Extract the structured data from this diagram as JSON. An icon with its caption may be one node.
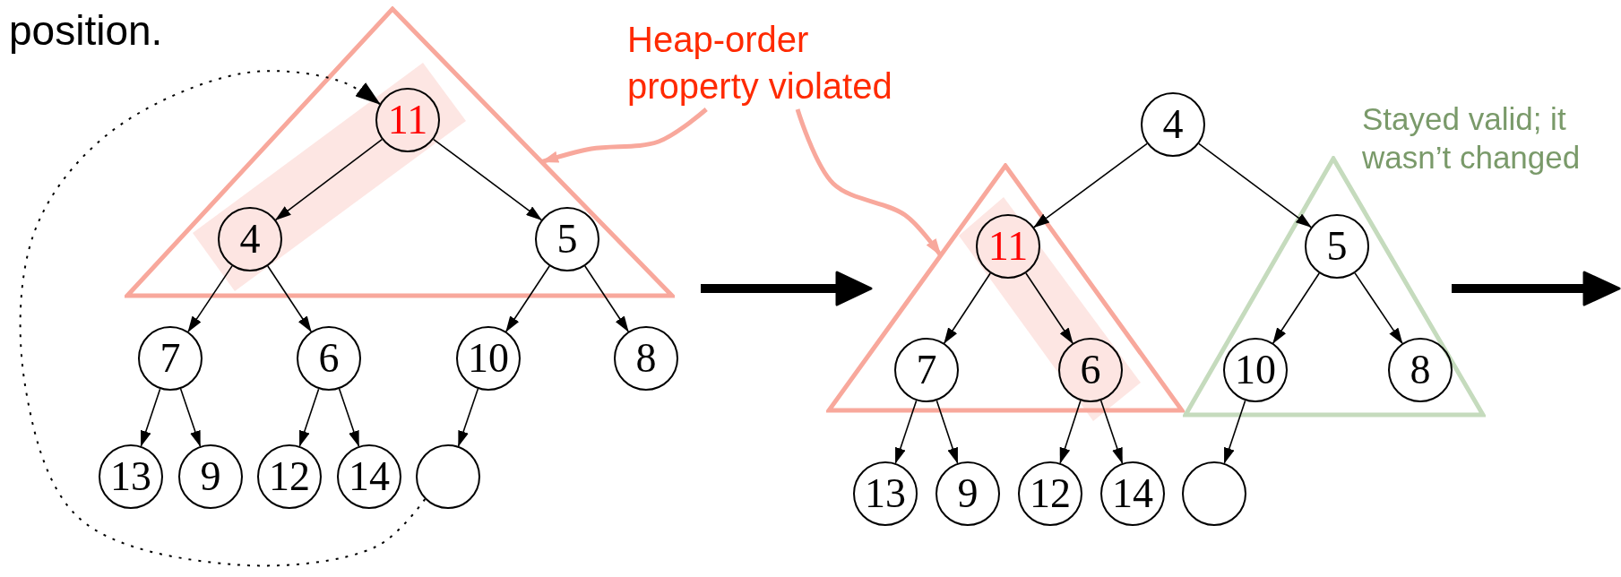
{
  "diagram": {
    "nodes": [
      {
        "text": [],
        "shape": "triangle"
      },
      {
        "text": [
          "11"
        ],
        "in": 0
      },
      {
        "text": [
          "4"
        ],
        "in": 0
      },
      {
        "text": [
          "5"
        ],
        "in": 0
      },
      {
        "text": [
          "7"
        ]
      },
      {
        "text": [
          "6"
        ]
      },
      {
        "text": [
          "10"
        ]
      },
      {
        "text": [
          "8"
        ]
      },
      {
        "text": [
          "13"
        ]
      },
      {
        "text": [
          "9"
        ]
      },
      {
        "text": [
          "12"
        ]
      },
      {
        "text": [
          "14"
        ]
      },
      {
        "text": [],
        "shape": "circle"
      },
      {
        "text": [
          "Heap-order property violated"
        ]
      },
      {
        "text": [],
        "shape": "triangle"
      },
      {
        "text": [],
        "shape": "triangle"
      },
      {
        "text": [
          "4"
        ]
      },
      {
        "text": [
          "11"
        ],
        "in": 14
      },
      {
        "text": [
          "5"
        ],
        "in": 15
      },
      {
        "text": [
          "7"
        ],
        "in": 14
      },
      {
        "text": [
          "6"
        ],
        "in": 14
      },
      {
        "text": [
          "10"
        ],
        "in": 15
      },
      {
        "text": [
          "8"
        ],
        "in": 15
      },
      {
        "text": [
          "13"
        ]
      },
      {
        "text": [
          "9"
        ]
      },
      {
        "text": [
          "12"
        ]
      },
      {
        "text": [
          "14"
        ]
      },
      {
        "text": [],
        "shape": "circle"
      }
    ],
    "edges": [
      {
        "from": 1,
        "to": 2,
        "arrow": "to"
      },
      {
        "from": 1,
        "to": 3,
        "arrow": "to"
      },
      {
        "from": 2,
        "to": 4,
        "arrow": "to"
      },
      {
        "from": 2,
        "to": 5,
        "arrow": "to"
      },
      {
        "from": 3,
        "to": 6,
        "arrow": "to"
      },
      {
        "from": 3,
        "to": 7,
        "arrow": "to"
      },
      {
        "from": 4,
        "to": 8,
        "arrow": "to"
      },
      {
        "from": 4,
        "to": 9,
        "arrow": "to"
      },
      {
        "from": 5,
        "to": 10,
        "arrow": "to"
      },
      {
        "from": 5,
        "to": 11,
        "arrow": "to"
      },
      {
        "from": 6,
        "to": 12,
        "arrow": "to"
      },
      {
        "from": 12,
        "to": 1,
        "arrow": "to",
        "style": "dashed"
      },
      {
        "from": 13,
        "to": 0,
        "arrow": "to",
        "style": "thick",
        "color": "#f8a89c"
      },
      {
        "from": 13,
        "to": 14,
        "arrow": "to",
        "style": "thick",
        "color": "#f8a89c"
      },
      {
        "from": 16,
        "to": 17,
        "arrow": "to"
      },
      {
        "from": 16,
        "to": 18,
        "arrow": "to"
      },
      {
        "from": 17,
        "to": 19,
        "arrow": "to"
      },
      {
        "from": 17,
        "to": 20,
        "arrow": "to"
      },
      {
        "from": 18,
        "to": 21,
        "arrow": "to"
      },
      {
        "from": 18,
        "to": 22,
        "arrow": "to"
      },
      {
        "from": 19,
        "to": 23,
        "arrow": "to"
      },
      {
        "from": 19,
        "to": 24,
        "arrow": "to"
      },
      {
        "from": 20,
        "to": 25,
        "arrow": "to"
      },
      {
        "from": 20,
        "to": 26,
        "arrow": "to"
      },
      {
        "from": 21,
        "to": 27,
        "arrow": "to"
      }
    ],
    "labels": [
      "position.",
      "Stayed valid; it wasn’t changed"
    ]
  }
}
